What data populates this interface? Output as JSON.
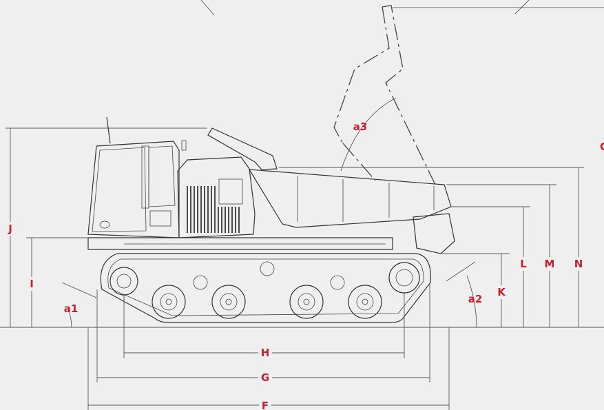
{
  "labels": {
    "J": "J",
    "I": "I",
    "a1": "a1",
    "a2": "a2",
    "a3": "a3",
    "K": "K",
    "L": "L",
    "M": "M",
    "N": "N",
    "H": "H",
    "G": "G",
    "F": "F",
    "O": "O"
  },
  "colors": {
    "label": "#c8202f",
    "line": "#333333",
    "background": "#efefef"
  }
}
